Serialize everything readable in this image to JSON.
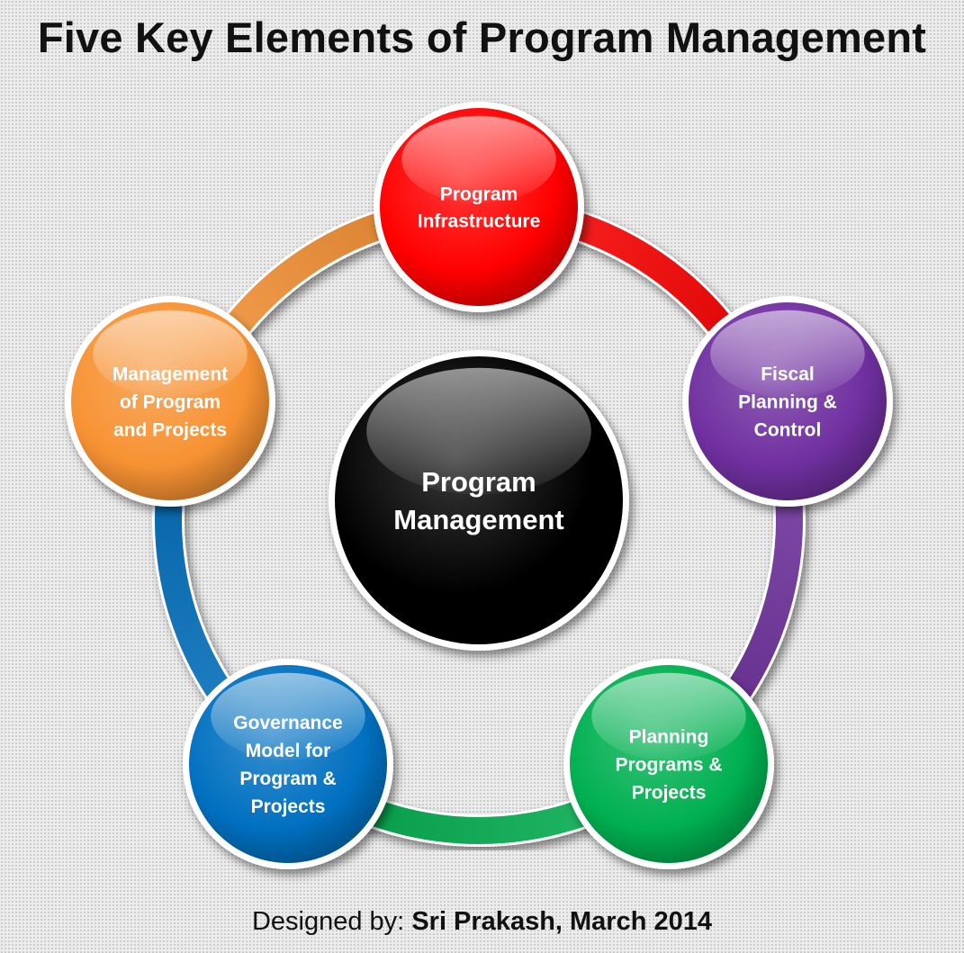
{
  "title": "Five Key Elements of Program Management",
  "center": {
    "lines": [
      "Program",
      "Management"
    ],
    "color": "#000000"
  },
  "nodes": [
    {
      "id": "program-infrastructure",
      "lines": [
        "Program",
        "Infrastructure"
      ],
      "color": "#ff0000"
    },
    {
      "id": "fiscal-planning-control",
      "lines": [
        "Fiscal",
        "Planning &",
        "Control"
      ],
      "color": "#7030a0"
    },
    {
      "id": "planning-programs-projects",
      "lines": [
        "Planning",
        "Programs &",
        "Projects"
      ],
      "color": "#00b050"
    },
    {
      "id": "governance-model",
      "lines": [
        "Governance",
        "Model for",
        "Program &",
        "Projects"
      ],
      "color": "#0070c0"
    },
    {
      "id": "management-program-projects",
      "lines": [
        "Management",
        "of Program",
        "and Projects"
      ],
      "color": "#f79233"
    }
  ],
  "ring_segments": [
    {
      "from": "program-infrastructure",
      "to": "fiscal-planning-control",
      "color": "#ff0000"
    },
    {
      "from": "fiscal-planning-control",
      "to": "planning-programs-projects",
      "color": "#7030a0"
    },
    {
      "from": "planning-programs-projects",
      "to": "governance-model",
      "color": "#00b050"
    },
    {
      "from": "governance-model",
      "to": "management-program-projects",
      "color": "#0070c0"
    },
    {
      "from": "management-program-projects",
      "to": "program-infrastructure",
      "color": "#f79233"
    }
  ],
  "credit": {
    "prefix": "Designed by:",
    "author": "Sri Prakash, March 2014"
  }
}
